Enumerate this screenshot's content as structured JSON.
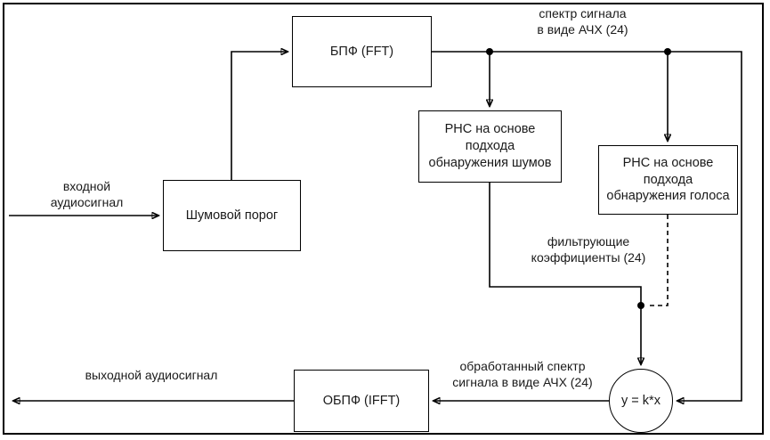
{
  "diagram": {
    "nodes": {
      "fft": {
        "label": "БПФ (FFT)"
      },
      "noise_threshold": {
        "label": "Шумовой порог"
      },
      "rnc_noise": {
        "lines": [
          "РНС на основе",
          "подхода",
          "обнаружения шумов"
        ]
      },
      "rnc_voice": {
        "lines": [
          "РНС на основе",
          "подхода",
          "обнаружения голоса"
        ]
      },
      "multiplier": {
        "label": "y = k*x"
      },
      "ifft": {
        "label": "ОБПФ (IFFT)"
      }
    },
    "edge_labels": {
      "input": {
        "lines": [
          "входной",
          "аудиосигнал"
        ]
      },
      "spectrum": {
        "lines": [
          "спектр сигнала",
          "в виде АЧХ (24)"
        ]
      },
      "filter_coeffs": {
        "lines": [
          "фильтрующие",
          "коэффициенты (24)"
        ]
      },
      "processed_spectrum": {
        "lines": [
          "обработанный спектр",
          "сигнала в виде АЧХ (24)"
        ]
      },
      "output": {
        "label": "выходной аудиосигнал"
      }
    },
    "colors": {
      "line": "#000000",
      "background": "#ffffff",
      "text": "#1a1a1a"
    }
  }
}
